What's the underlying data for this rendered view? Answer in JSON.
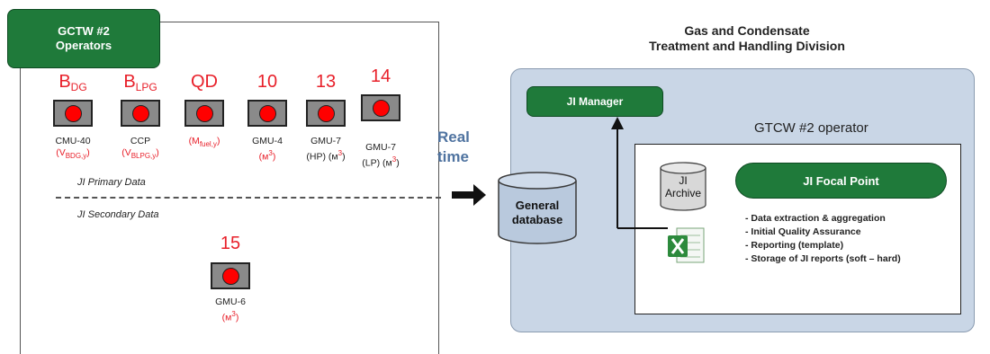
{
  "operators_panel": {
    "title": "GCTW #2\nOperators",
    "primary_label": "JI Primary Data",
    "secondary_label": "JI Secondary Data",
    "meters": [
      {
        "code_main": "B",
        "code_sub": "DG",
        "name": "CMU-40",
        "param_main": "(V",
        "param_sub": "BDG,y",
        "param_end": ")"
      },
      {
        "code_main": "B",
        "code_sub": "LPG",
        "name": "CCP",
        "param_main": "(V",
        "param_sub": "BLPG,y",
        "param_end": ")"
      },
      {
        "code_main": "QD",
        "code_sub": "",
        "name": "",
        "param_main": "(M",
        "param_sub": "fuel,y",
        "param_end": ")"
      },
      {
        "code_main": "10",
        "code_sub": "",
        "name": "GMU-4",
        "param_main": "(м",
        "param_sub": "3",
        "param_end": ")"
      },
      {
        "code_main": "13",
        "code_sub": "",
        "name": "GMU-7",
        "param_main": "(HP) (м",
        "param_sub": "3",
        "param_end": ")"
      },
      {
        "code_main": "14",
        "code_sub": "",
        "name": "GMU-7",
        "param_main": "(LP) (м",
        "param_sub": "3",
        "param_end": ")"
      },
      {
        "code_main": "15",
        "code_sub": "",
        "name": "GMU-6",
        "param_main": "(м",
        "param_sub": "3",
        "param_end": ")"
      }
    ]
  },
  "realtime_label": "Real\ntime",
  "database_label": "General\ndatabase",
  "division": {
    "title": "Gas and Condensate\nTreatment and Handling Division",
    "manager_label": "JI Manager",
    "operator_label": "GTCW #2 operator",
    "archive_label": "JI\nArchive",
    "focal_point_label": "JI Focal Point",
    "tasks": [
      "- Data extraction & aggregation",
      "- Initial Quality Assurance",
      "- Reporting (template)",
      "- Storage of JI reports (soft – hard)"
    ]
  },
  "colors": {
    "green": "#1f7a3a",
    "red": "#e8202a",
    "panel_blue": "#c9d6e6",
    "realtime_blue": "#4f73a0"
  }
}
